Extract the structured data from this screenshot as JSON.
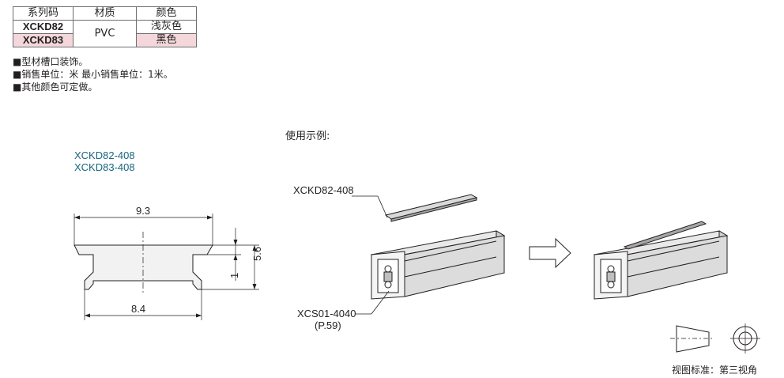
{
  "spec_table": {
    "headers": [
      "系列码",
      "材质",
      "颜色"
    ],
    "rows": [
      {
        "code": "XCKD82",
        "material": "PVC",
        "color": "浅灰色"
      },
      {
        "code": "XCKD83",
        "material": "PVC",
        "color": "黑色"
      }
    ]
  },
  "notes": [
    "■型材槽口装饰。",
    "■销售单位：米 最小销售单位：1米。",
    "■其他颜色可定做。"
  ],
  "drawing": {
    "part_numbers": [
      "XCKD82-408",
      "XCKD83-408"
    ],
    "dim_top_width": "9.3",
    "dim_bottom_width": "8.4",
    "dim_height": "5.6",
    "dim_thickness": "1"
  },
  "usage": {
    "title": "使用示例:",
    "strip_label": "XCKD82-408",
    "profile_label": "XCS01-4040",
    "profile_page": "(P.59)"
  },
  "view_standard": "视图标准：第三视角",
  "colors": {
    "teal": "#17667f",
    "pink_cell": "#f3d7da",
    "line": "#231f20"
  }
}
